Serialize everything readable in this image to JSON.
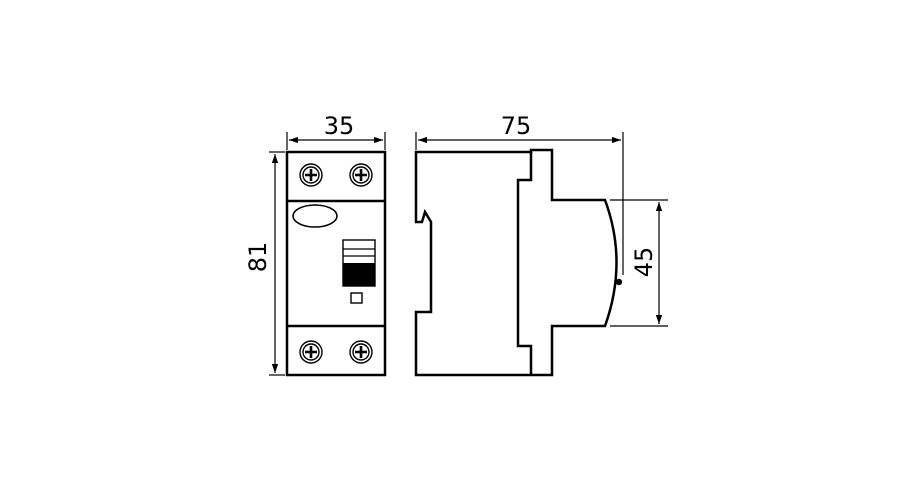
{
  "dimensions": {
    "width_front": "35",
    "height_front": "81",
    "depth_side": "75",
    "height_side": "45"
  },
  "colors": {
    "line": "#000000",
    "background": "#ffffff"
  }
}
